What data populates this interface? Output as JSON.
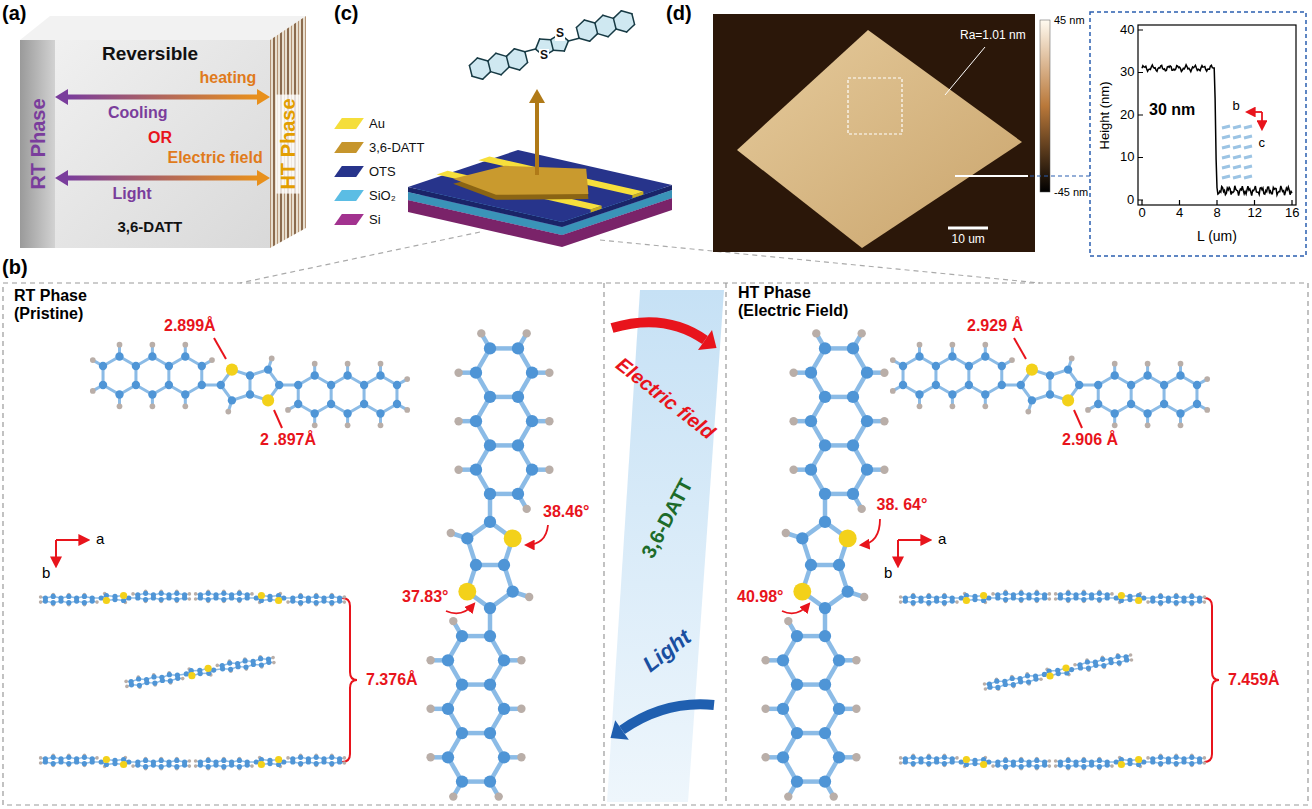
{
  "diagram": {
    "nodes": [
      {
        "text": [
          "RT Phase"
        ]
      },
      {
        "text": [
          "HT Phase"
        ]
      }
    ],
    "edges": [
      {
        "from": 0,
        "to": 1,
        "arrow": "both"
      },
      {
        "from": 0,
        "to": 1,
        "arrow": "both"
      }
    ],
    "labels": [
      "(a)",
      "Reversible",
      "heating",
      "Cooling",
      "OR",
      "Electric field",
      "Light",
      "3,6-DATT",
      "(c)",
      "S",
      "S",
      "(d)",
      "Ra=1.01 nm",
      "10 um",
      "45 nm",
      "-45 nm",
      "40",
      "30",
      "20",
      "10",
      "0",
      "Height (nm)",
      "30 nm",
      "b",
      "c",
      "0",
      "4",
      "8",
      "12",
      "16",
      "L (um)",
      "(b)",
      "RT Phase (Pristine)",
      "2.899Å",
      "2 .897Å",
      "38.46°",
      "37.83°",
      "a",
      "b",
      "7.376Å",
      "Electric field",
      "3,6-DATT",
      "Light",
      "HT Phase (Electric Field)",
      "2.929 Å",
      "2.906 Å",
      "38. 64°",
      "40.98°",
      "a",
      "b",
      "7.459Å"
    ],
    "legend": [
      {
        "text": "Au",
        "color": "#f5de3b"
      },
      {
        "text": "3,6-DATT",
        "color": "#c6952c"
      },
      {
        "text": "OTS",
        "color": "#27348b"
      },
      {
        "text": "SiO₂",
        "color": "#5bbde4"
      },
      {
        "text": "Si",
        "color": "#a2328f"
      }
    ]
  }
}
